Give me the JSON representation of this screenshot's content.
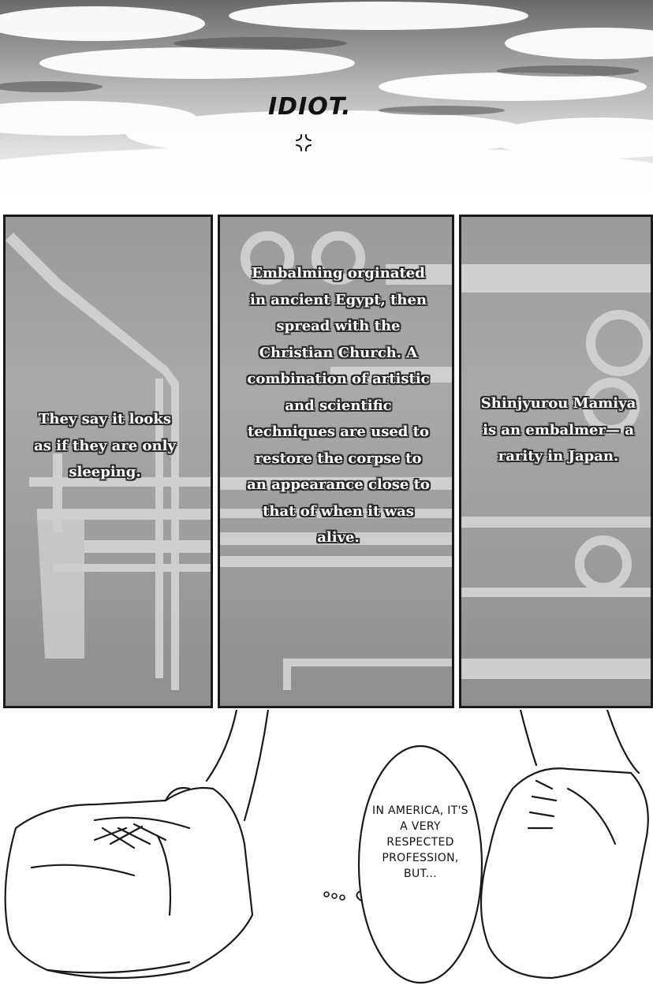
{
  "top_panel": {
    "exclamation": "IDIOT."
  },
  "captions": {
    "left": "They say it looks as if they are only sleeping.",
    "center": "Embalming orginated in ancient Egypt, then spread with the Christian Church. A combination of artistic and scientific techniques are used to restore the corpse to an appearance close to that of when it was alive.",
    "right": "Shinjyurou Mamiya is an embalmer— a rarity in Japan."
  },
  "speech_bubble": {
    "text": "IN AMERICA, IT'S A VERY RESPECTED PROFESSION, BUT..."
  }
}
